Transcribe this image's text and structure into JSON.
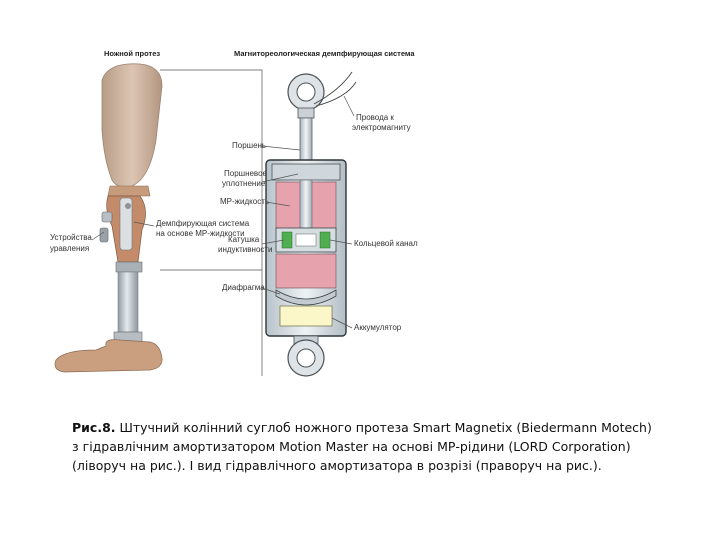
{
  "figure": {
    "left_title": "Ножной протез",
    "right_title": "Магнитореологическая демпфирующая система",
    "labels": {
      "control_device_line1": "Устройства",
      "control_device_line2": "уравления",
      "damper_line1": "Демпфирующая система",
      "damper_line2": "на основе МР-жидкости",
      "piston": "Поршень",
      "seal_line1": "Поршневое",
      "seal_line2": "уплотнение",
      "mr_fluid": "МР-жидкость",
      "coil_line1": "Катушка",
      "coil_line2": "индуктивности",
      "diaphragm": "Диафрагма",
      "wire_line1": "Провода к",
      "wire_line2": "электромагниту",
      "annular_gap": "Кольцевой канал",
      "accumulator": "Аккумулятор"
    }
  },
  "caption": {
    "fig_ref": "Рис.8.",
    "text": " Штучний колінний суглоб ножного протеза Smart Magnetix (Biedermann Motech) з гідравлічним амортизатором Motion Master на основі МР-рідини (LORD Corporation) (ліворуч на рис.). І вид гідравлічного амортизатора в розрізі (праворуч на рис.)."
  }
}
